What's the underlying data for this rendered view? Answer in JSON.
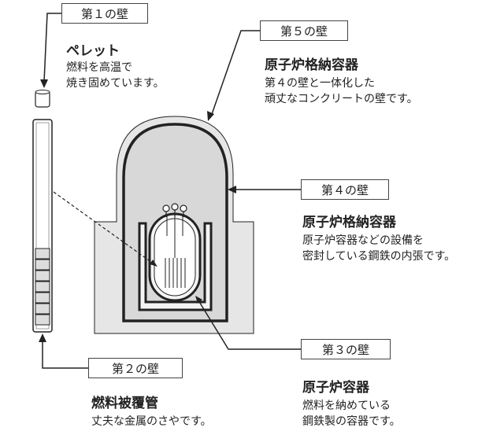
{
  "layers": [
    {
      "id": "wall1",
      "label": "第１の壁",
      "title": "ペレット",
      "desc": [
        "燃料を高温で",
        "焼き固めています。"
      ]
    },
    {
      "id": "wall2",
      "label": "第２の壁",
      "title": "燃料被覆管",
      "desc": [
        "丈夫な金属のさやです。"
      ]
    },
    {
      "id": "wall3",
      "label": "第３の壁",
      "title": "原子炉容器",
      "desc": [
        "燃料を納めている",
        "鋼鉄製の容器です。"
      ]
    },
    {
      "id": "wall4",
      "label": "第４の壁",
      "title": "原子炉格納容器",
      "desc": [
        "原子炉容器などの設備を",
        "密封している鋼鉄の内張です。"
      ]
    },
    {
      "id": "wall5",
      "label": "第５の壁",
      "title": "原子炉格納容器",
      "desc": [
        "第４の壁と一体化した",
        "頑丈なコンクリートの壁です。"
      ]
    }
  ],
  "colors": {
    "line": "#222222",
    "concrete": "#e6e6e6",
    "inner": "#d8d8d8",
    "vessel": "#f4f4f4"
  }
}
